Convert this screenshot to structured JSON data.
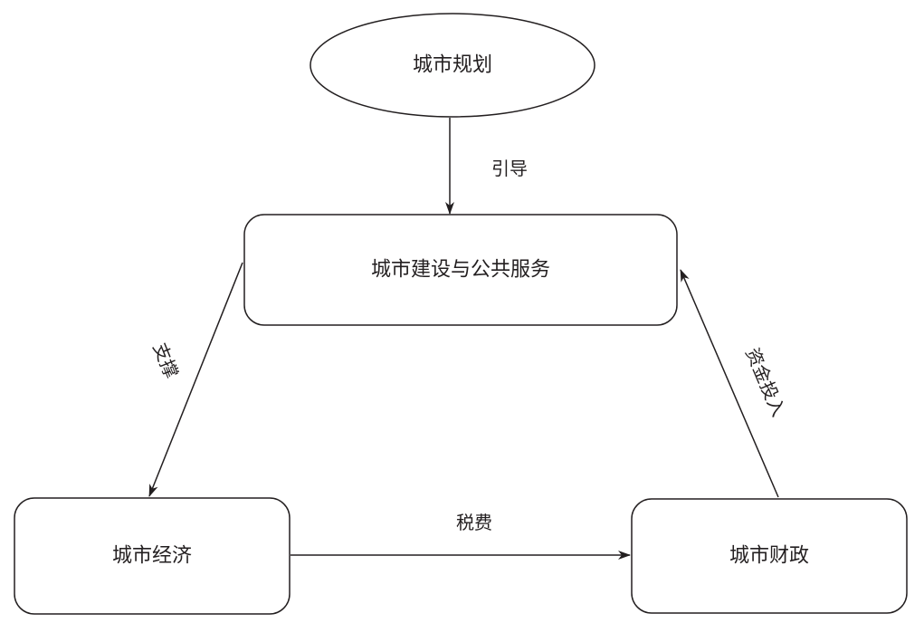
{
  "nodes": {
    "planning": "城市规划",
    "construction": "城市建设与公共服务",
    "economy": "城市经济",
    "finance": "城市财政"
  },
  "edges": {
    "guide": "引导",
    "support": "支撑",
    "tax": "税费",
    "investment": "资金投入"
  },
  "colors": {
    "stroke": "#231f20",
    "fill": "#ffffff"
  }
}
